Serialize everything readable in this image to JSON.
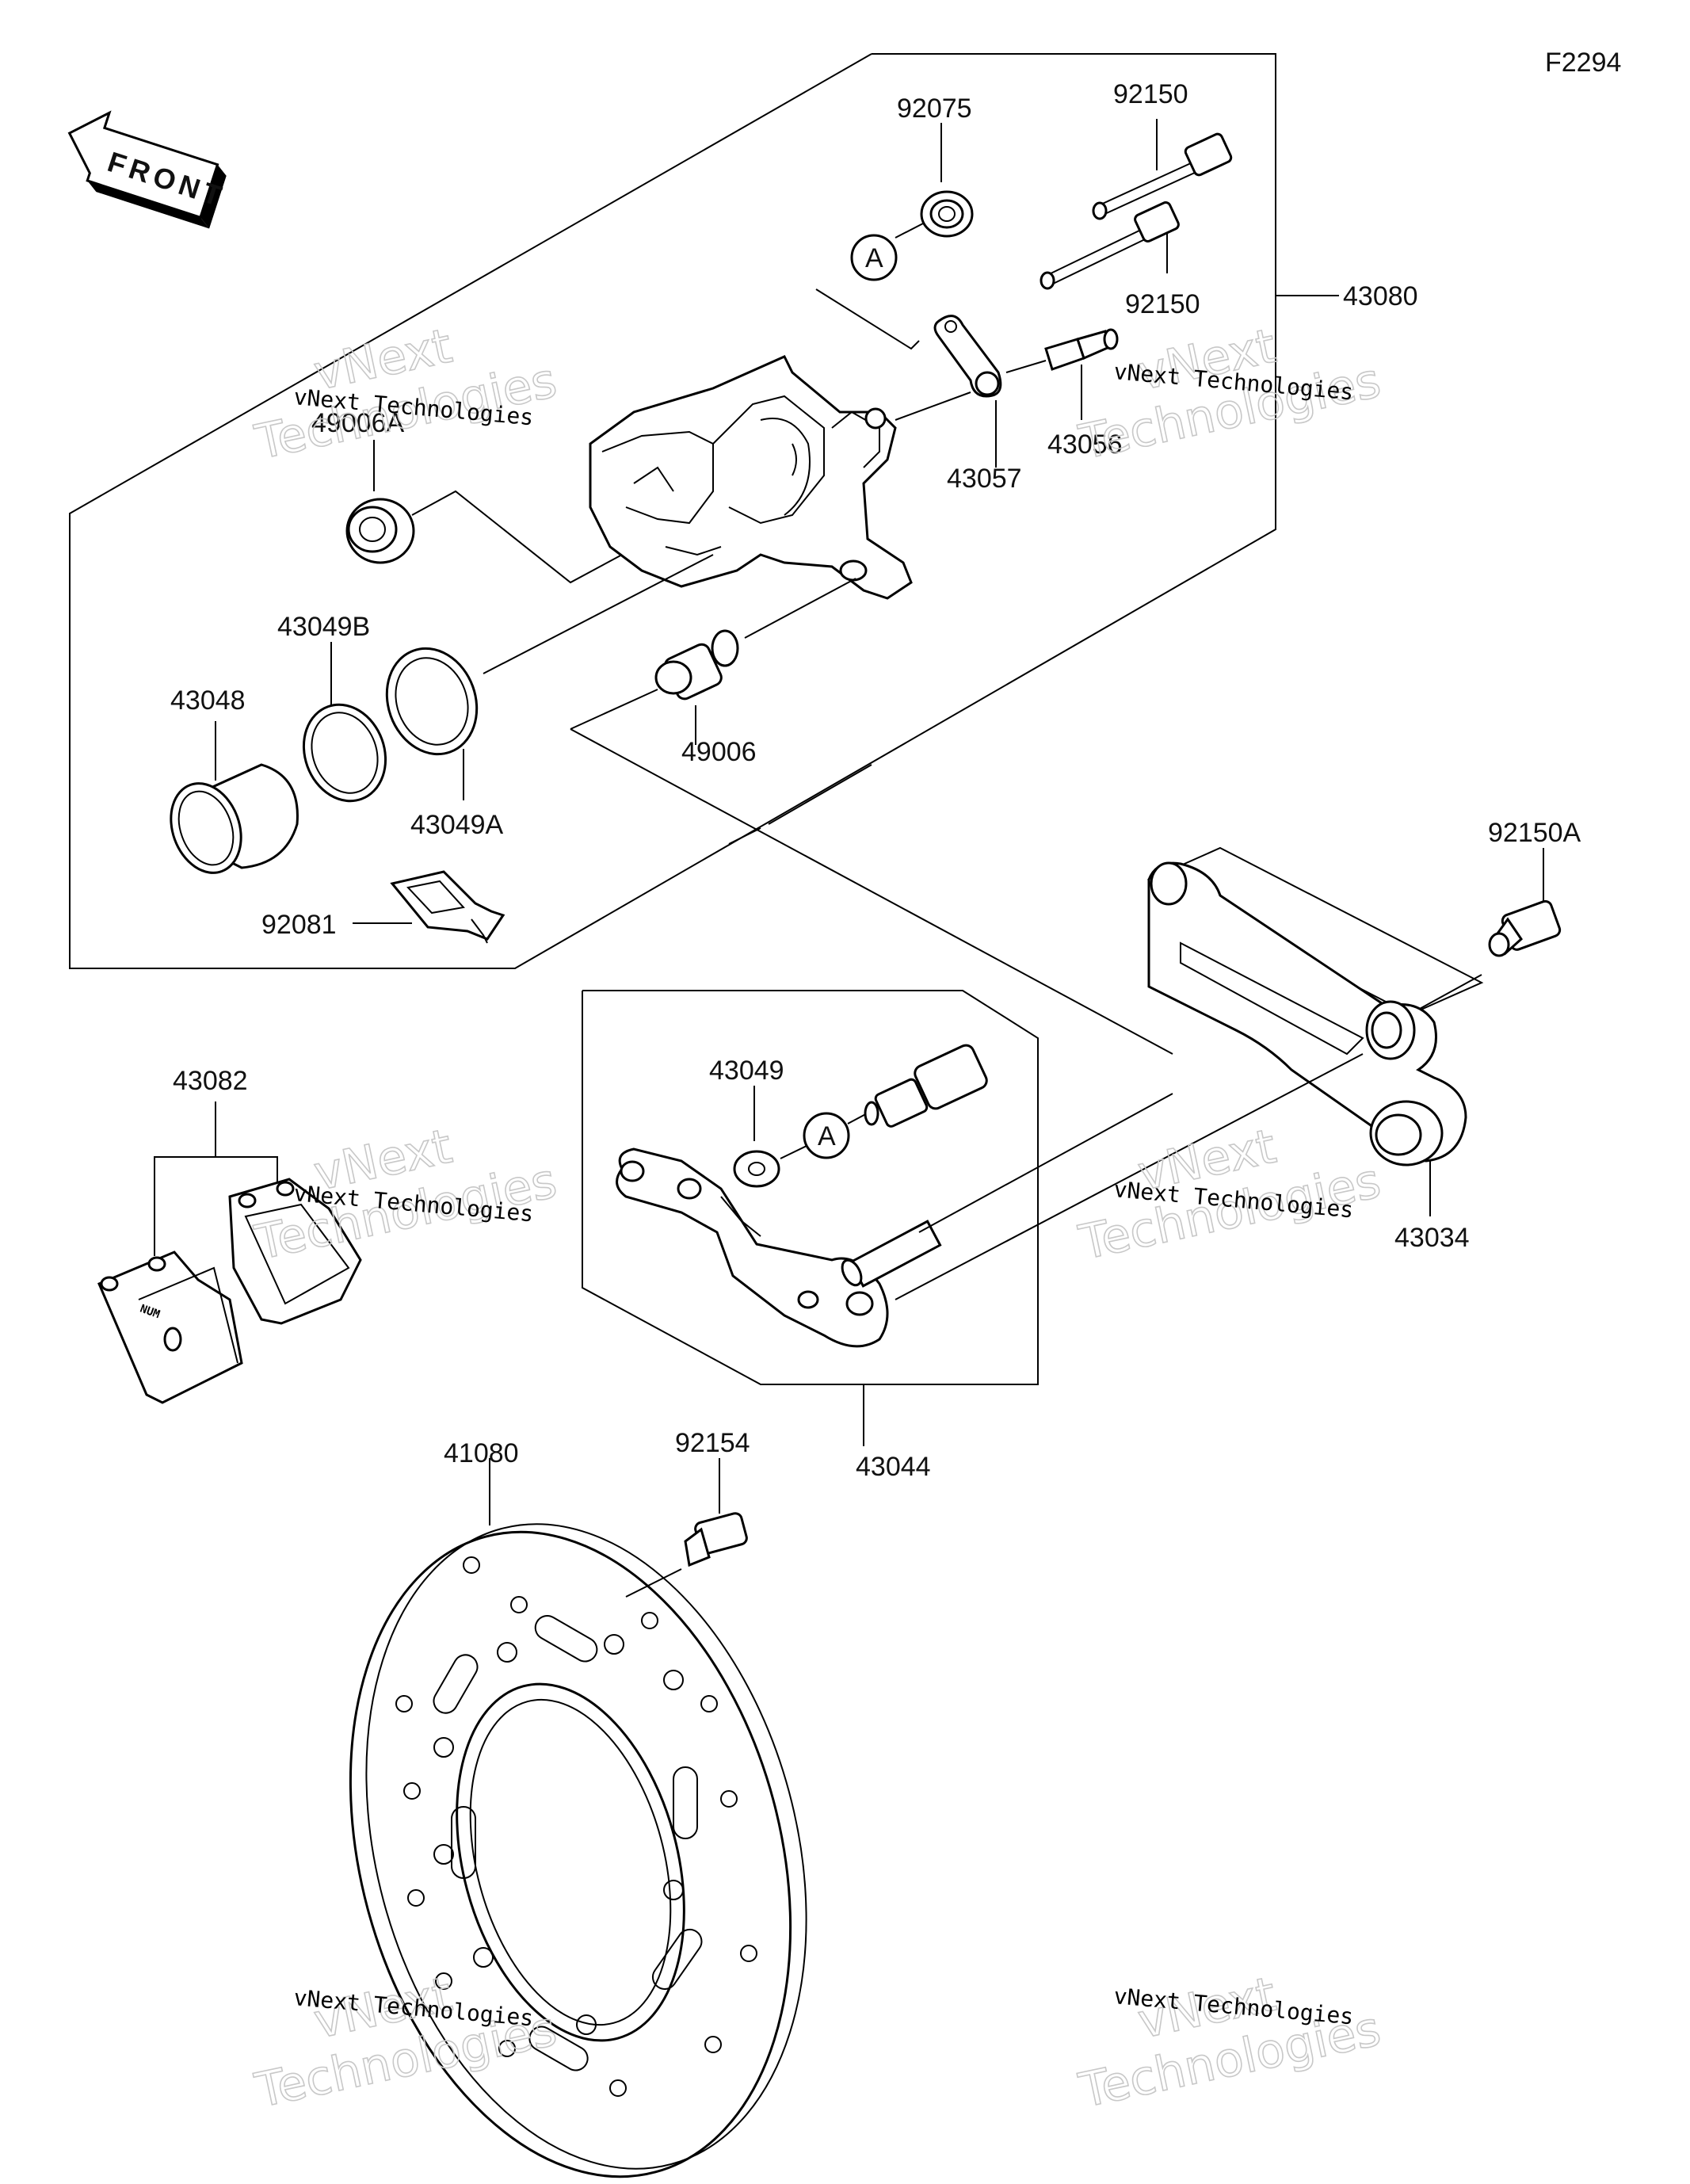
{
  "figure_code": "F2294",
  "direction_label": "FRONT",
  "callout_ref": "A",
  "watermark": {
    "line1": "vNext",
    "line2": "Technologies",
    "caption": "vNext Technologies"
  },
  "parts": [
    {
      "id": "92075",
      "label": "92075"
    },
    {
      "id": "92150-top",
      "label": "92150"
    },
    {
      "id": "92150-mid",
      "label": "92150"
    },
    {
      "id": "43080",
      "label": "43080"
    },
    {
      "id": "49006A",
      "label": "49006A"
    },
    {
      "id": "43057",
      "label": "43057"
    },
    {
      "id": "43056",
      "label": "43056"
    },
    {
      "id": "43049B",
      "label": "43049B"
    },
    {
      "id": "43048",
      "label": "43048"
    },
    {
      "id": "49006",
      "label": "49006"
    },
    {
      "id": "43049A",
      "label": "43049A"
    },
    {
      "id": "92150A",
      "label": "92150A"
    },
    {
      "id": "92081",
      "label": "92081"
    },
    {
      "id": "43082",
      "label": "43082"
    },
    {
      "id": "43049",
      "label": "43049"
    },
    {
      "id": "43034",
      "label": "43034"
    },
    {
      "id": "43044",
      "label": "43044"
    },
    {
      "id": "41080",
      "label": "41080"
    },
    {
      "id": "92154",
      "label": "92154"
    }
  ]
}
